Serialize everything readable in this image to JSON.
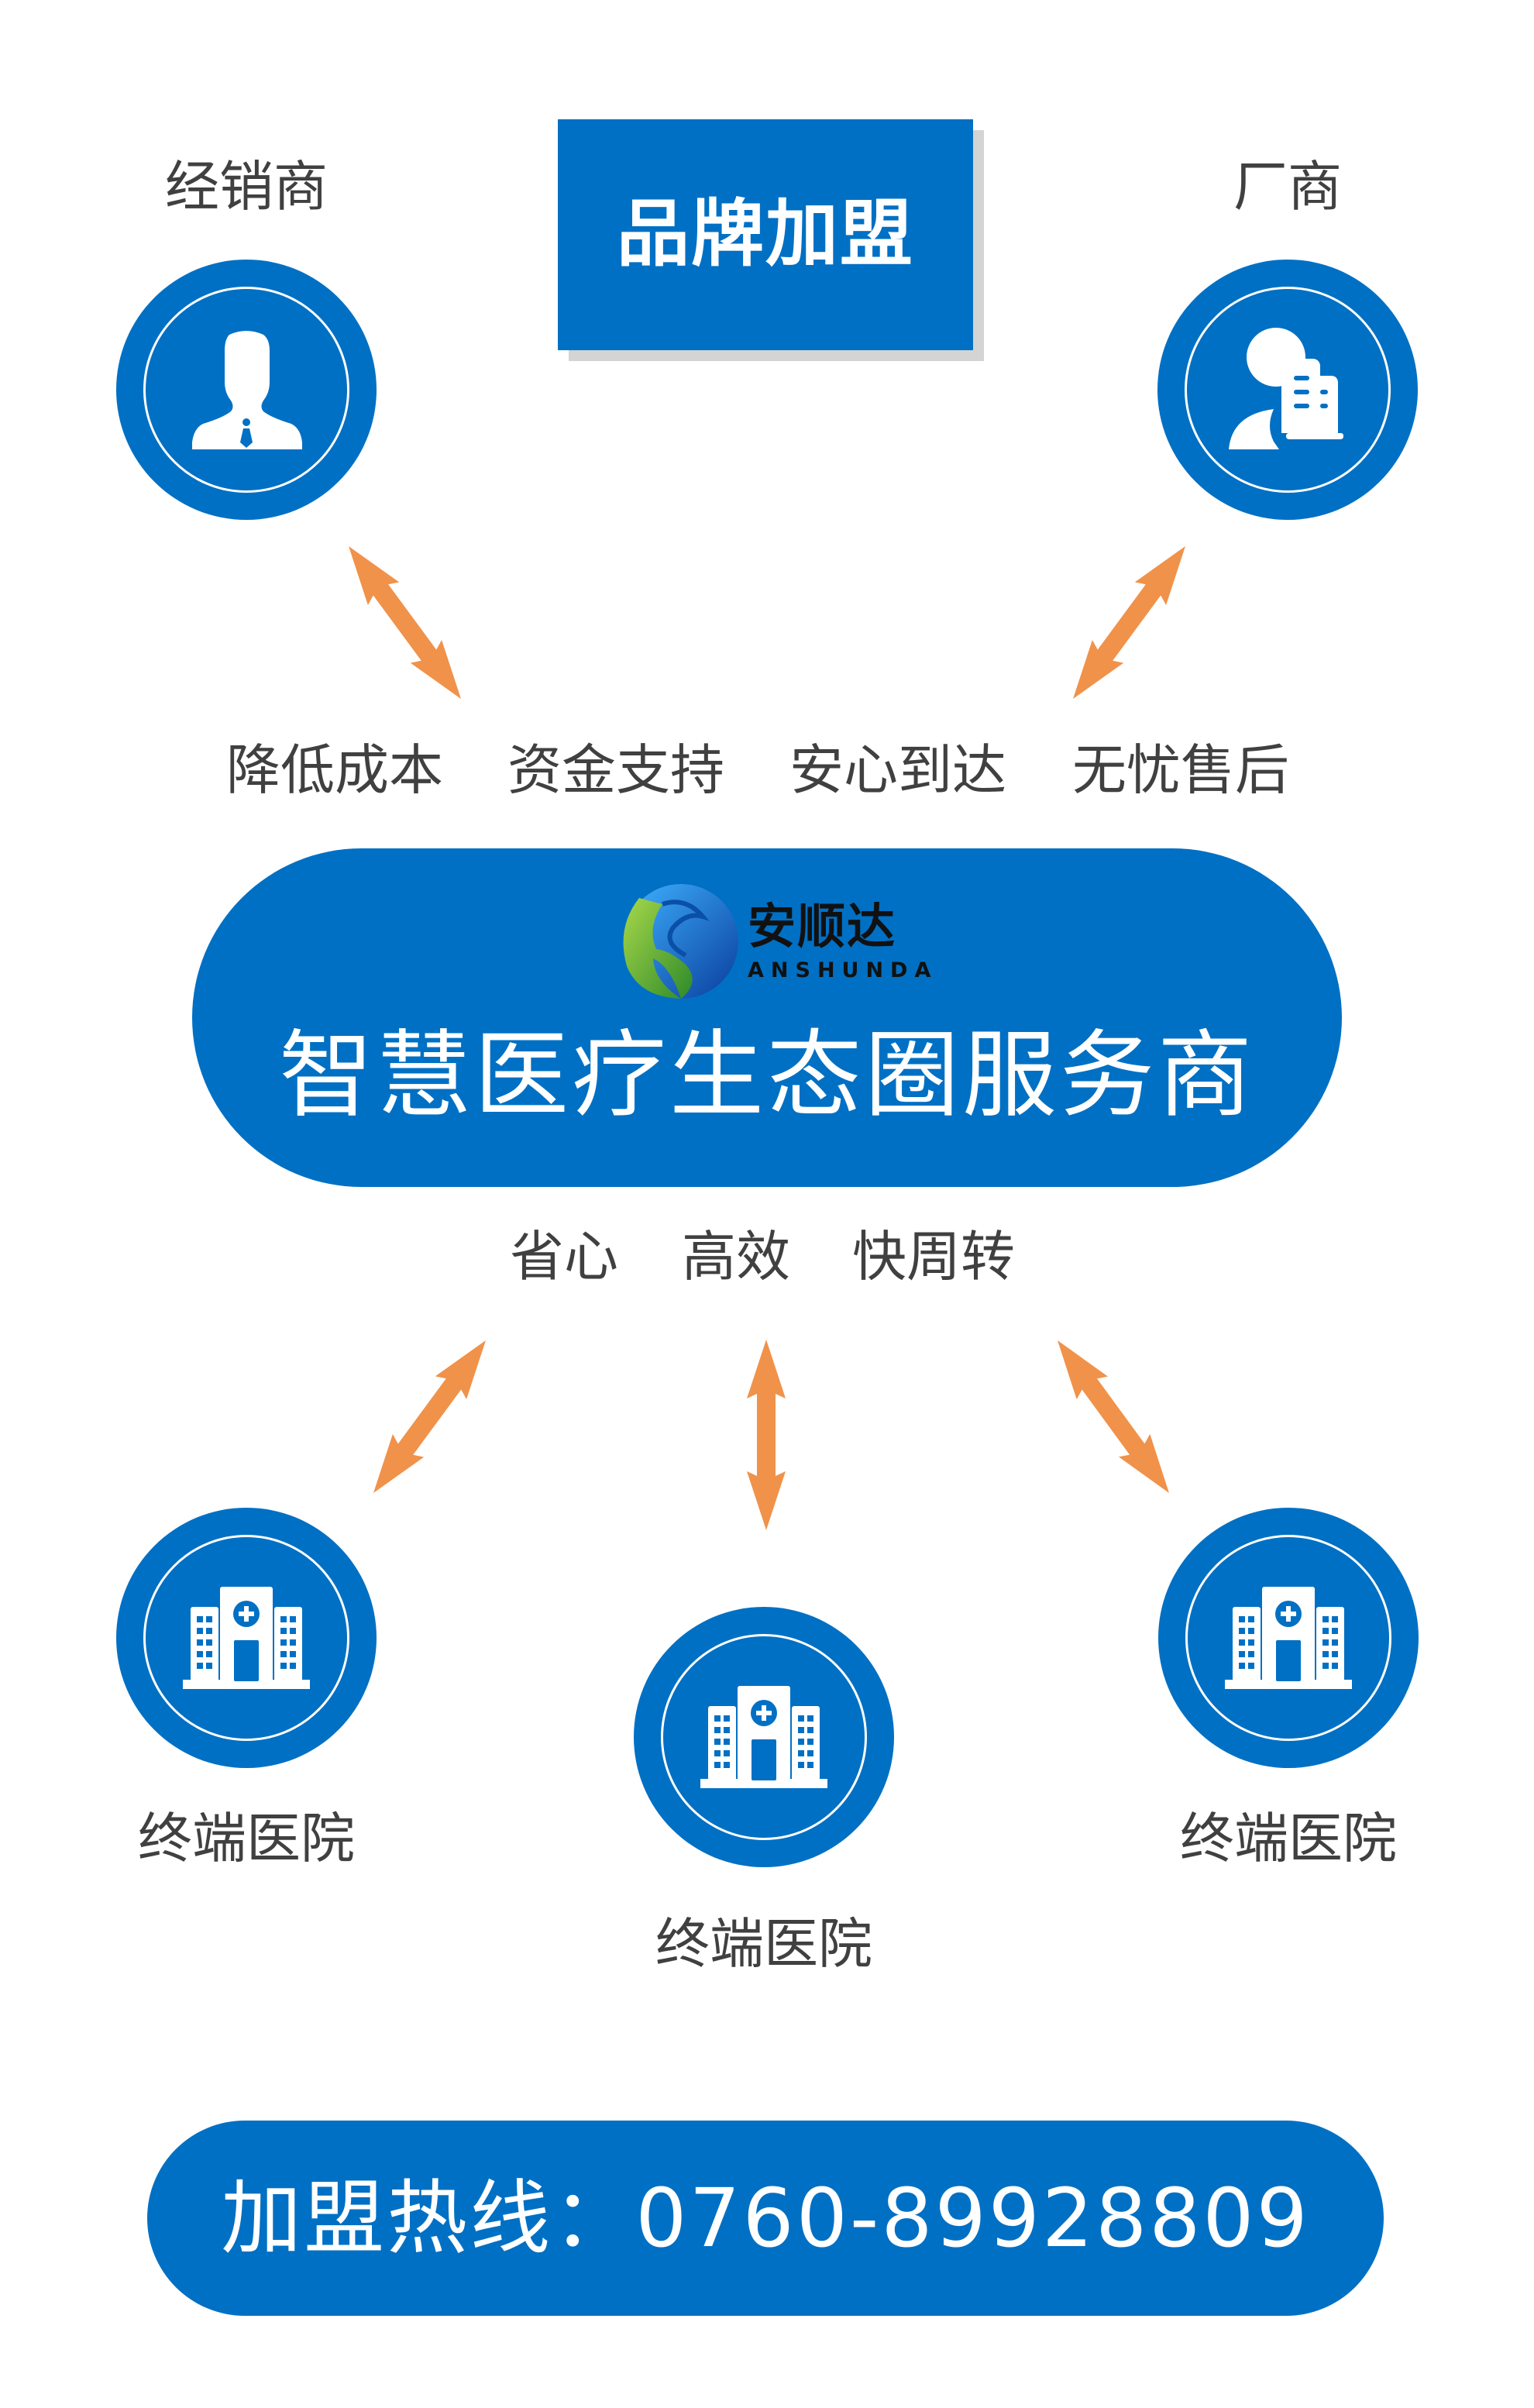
{
  "header": {
    "brand_title": "品牌加盟"
  },
  "partners": [
    {
      "label": "经销商",
      "icon": "businessman-icon"
    },
    {
      "label": "厂商",
      "icon": "manufacturer-icon"
    }
  ],
  "benefits": [
    "降低成本",
    "资金支持",
    "安心到达",
    "无忧售后"
  ],
  "company": {
    "logo_name": "安顺达",
    "logo_name_en": "ANSHUNDA",
    "tagline": "智慧医疗生态圈服务商"
  },
  "hospital_benefits": [
    "省心",
    "高效",
    "快周转"
  ],
  "hospitals": [
    {
      "label": "终端医院",
      "icon": "hospital-icon"
    },
    {
      "label": "终端医院",
      "icon": "hospital-icon"
    },
    {
      "label": "终端医院",
      "icon": "hospital-icon"
    }
  ],
  "hotline": {
    "text": "加盟热线：0760-89928809",
    "label": "加盟热线",
    "number": "0760-89928809"
  },
  "colors": {
    "primary_blue": "#0070C4",
    "arrow_orange": "#F0924A",
    "text_gray": "#404040",
    "shadow_gray": "#d4d4d4"
  }
}
